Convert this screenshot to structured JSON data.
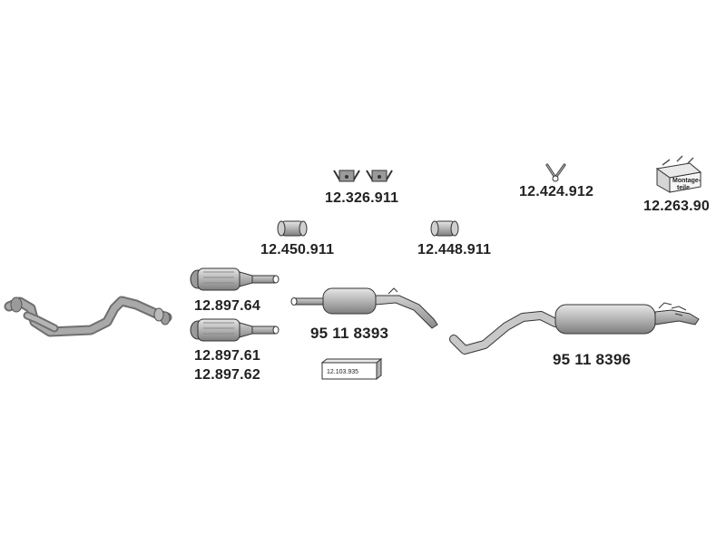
{
  "diagram": {
    "parts": [
      {
        "id": "front-pipe",
        "icon": "front-pipe-icon",
        "label": ""
      },
      {
        "id": "catalyst-a",
        "icon": "catalytic-converter-icon",
        "label": "12.897.64"
      },
      {
        "id": "catalyst-b",
        "icon": "catalytic-converter-icon",
        "label": "12.897.61"
      },
      {
        "id": "catalyst-c",
        "icon": "catalytic-converter-icon",
        "label": "12.897.62"
      },
      {
        "id": "middle-silencer",
        "icon": "middle-silencer-icon",
        "label": "95 11 8393"
      },
      {
        "id": "rear-silencer",
        "icon": "rear-silencer-icon",
        "label": "95 11 8396"
      },
      {
        "id": "rubber-mounts",
        "icon": "rubber-mount-icon",
        "label": "12.326.911"
      },
      {
        "id": "clamp-left",
        "icon": "pipe-clamp-icon",
        "label": "12.450.911"
      },
      {
        "id": "clamp-right",
        "icon": "pipe-clamp-icon",
        "label": "12.448.911"
      },
      {
        "id": "hanger",
        "icon": "hanger-icon",
        "label": "12.424.912"
      },
      {
        "id": "mounting-kit",
        "icon": "mounting-kit-box-icon",
        "label": "12.263.90",
        "box_text": "Montage-teile"
      },
      {
        "id": "gasket-box",
        "icon": "part-box-icon",
        "label": "",
        "box_text": "12.103.935"
      }
    ],
    "colors": {
      "metal": "#b8b8b8",
      "metal_dark": "#7a7a7a",
      "outline": "#333333",
      "text": "#222222"
    }
  }
}
